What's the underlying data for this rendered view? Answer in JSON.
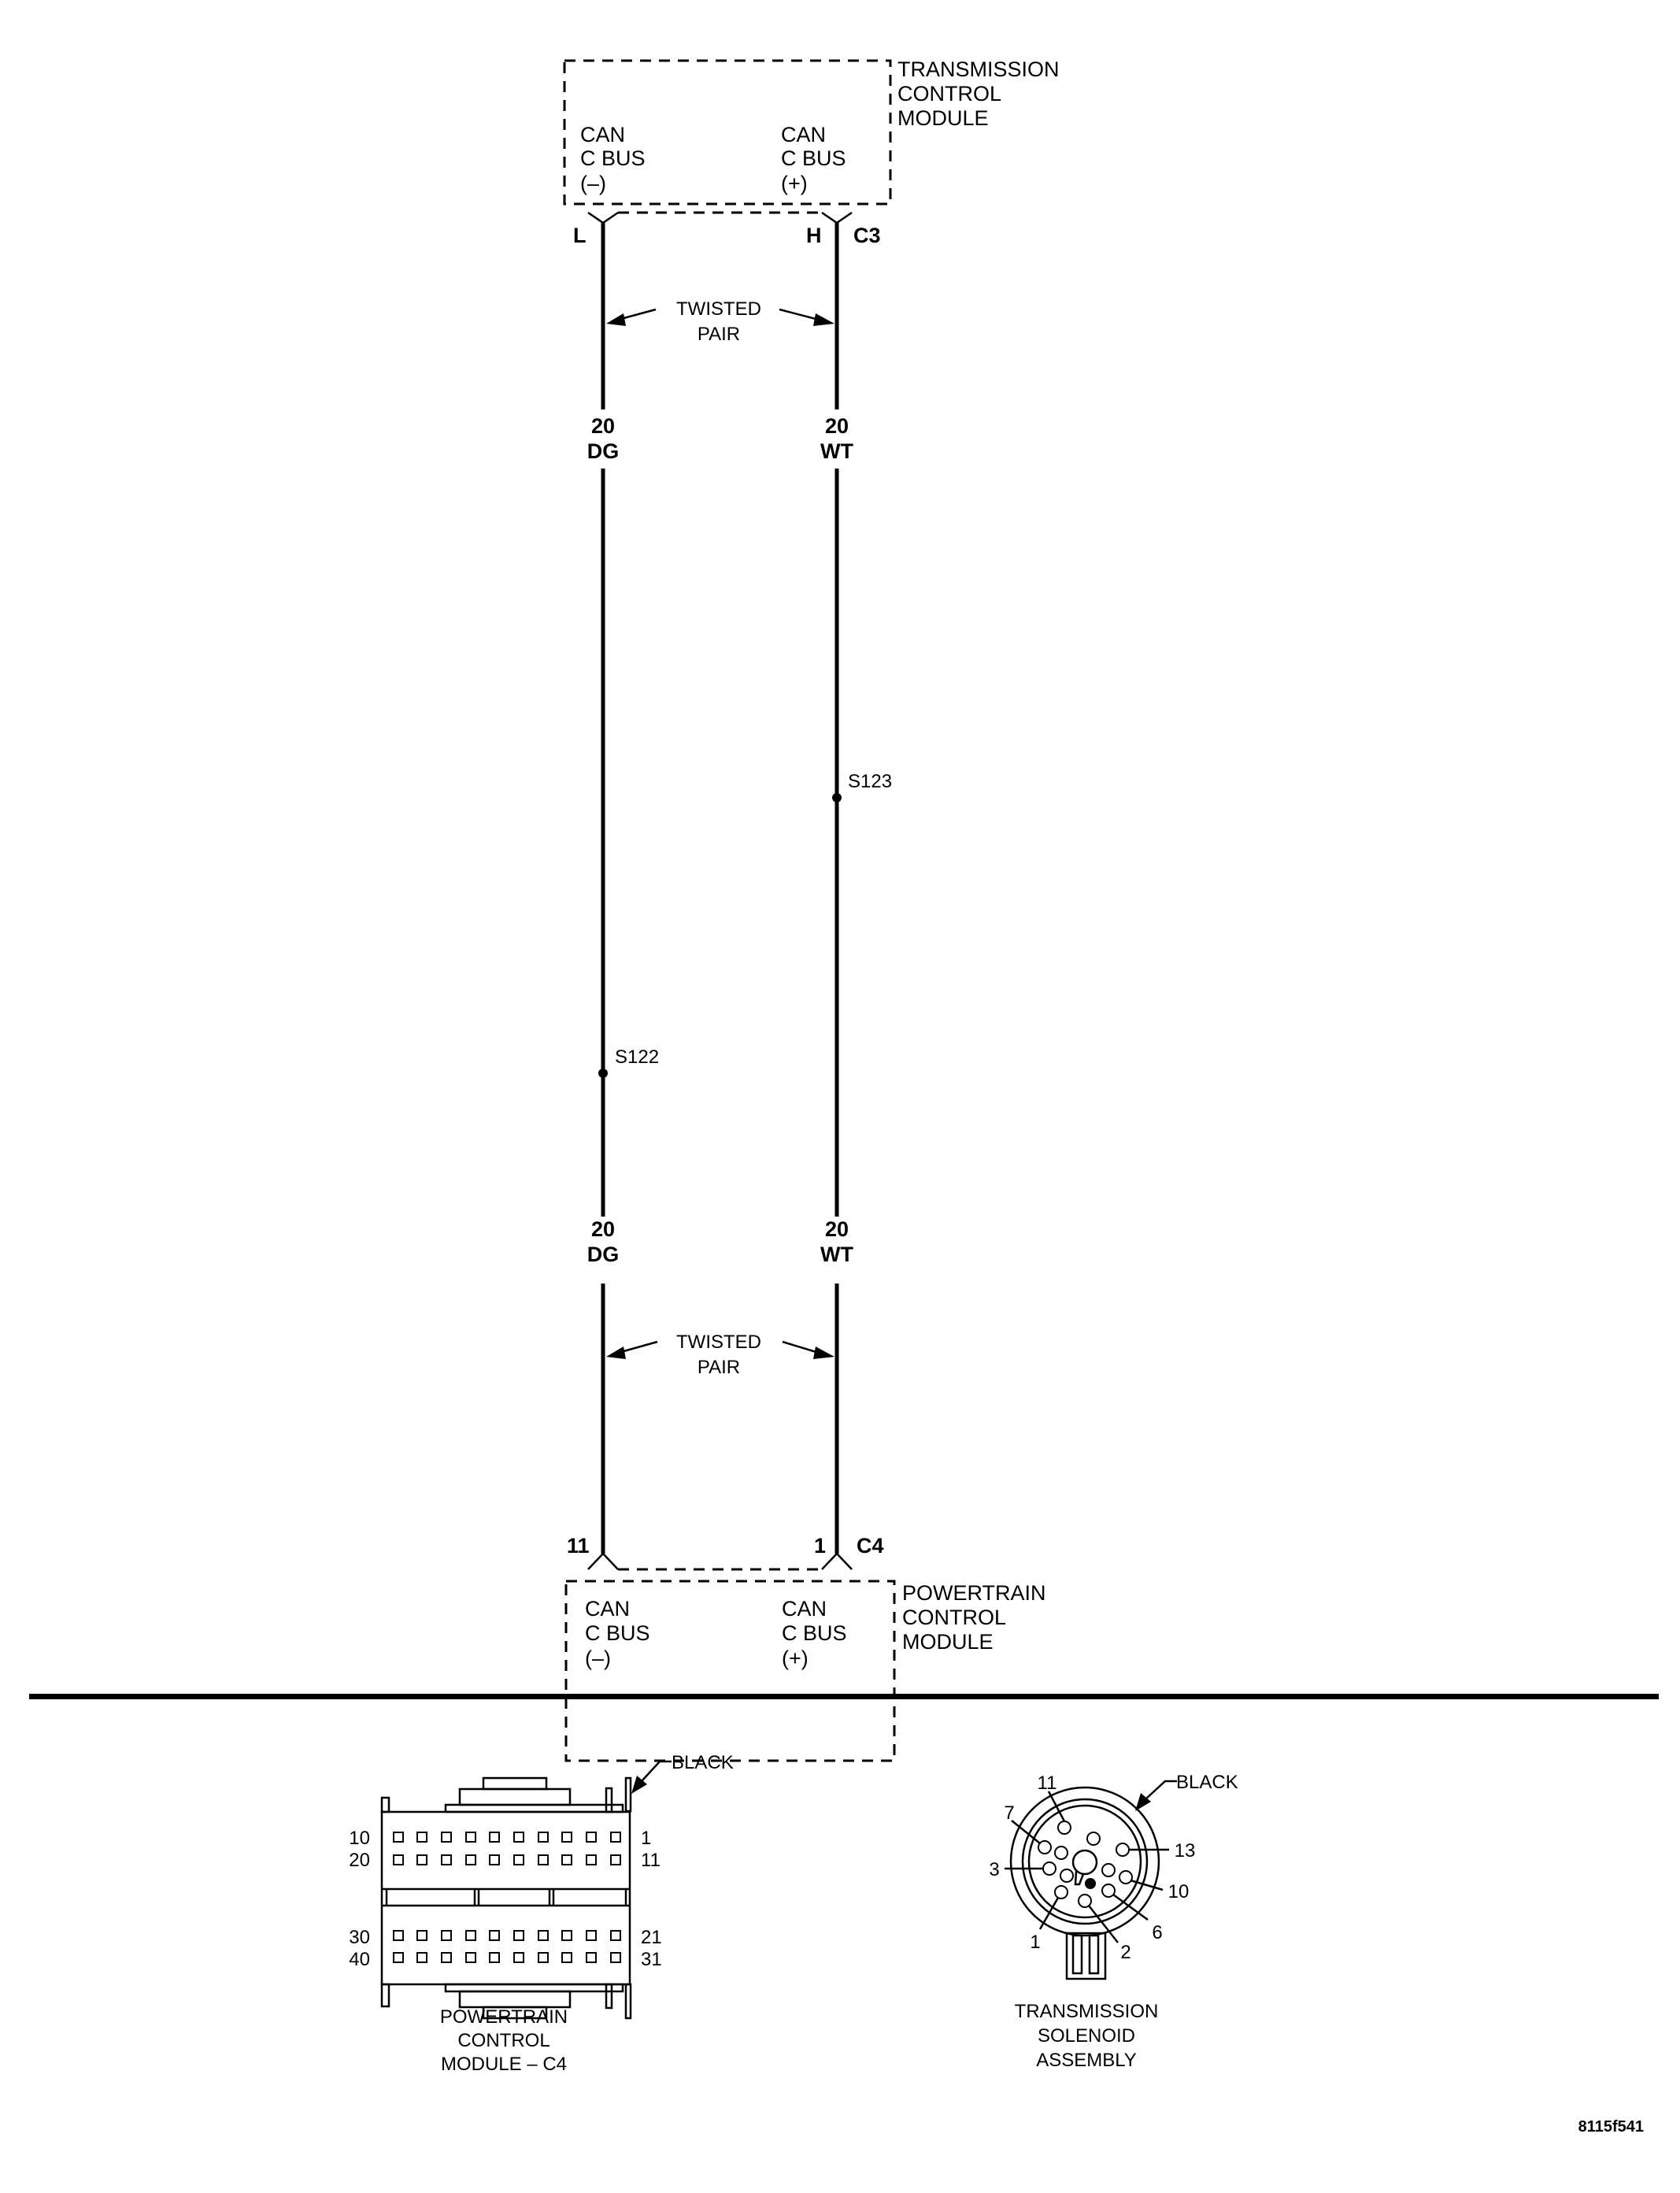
{
  "tcm": {
    "title_lines": [
      "TRANSMISSION",
      "CONTROL",
      "MODULE"
    ],
    "left_pin_lines": [
      "CAN",
      "C BUS",
      "(–)"
    ],
    "right_pin_lines": [
      "CAN",
      "C BUS",
      "(+)"
    ],
    "connector_left_pin": "L",
    "connector_right_pin": "H",
    "connector_id": "C3"
  },
  "wires": {
    "left": {
      "gauge": "20",
      "color": "DG",
      "splice": "S122"
    },
    "right": {
      "gauge": "20",
      "color": "WT",
      "splice": "S123"
    },
    "twisted_pair_lines": [
      "TWISTED",
      "PAIR"
    ]
  },
  "pcm": {
    "title_lines": [
      "POWERTRAIN",
      "CONTROL",
      "MODULE"
    ],
    "left_pin_lines": [
      "CAN",
      "C BUS",
      "(–)"
    ],
    "right_pin_lines": [
      "CAN",
      "C BUS",
      "(+)"
    ],
    "connector_left_pin": "11",
    "connector_right_pin": "1",
    "connector_id": "C4"
  },
  "pcm_connector_view": {
    "color_label": "BLACK",
    "row_labels_left": [
      "10",
      "20",
      "30",
      "40"
    ],
    "row_labels_right": [
      "1",
      "11",
      "21",
      "31"
    ],
    "caption_lines": [
      "POWERTRAIN",
      "CONTROL",
      "MODULE – C4"
    ]
  },
  "solenoid_connector_view": {
    "color_label": "BLACK",
    "pin_labels": [
      "11",
      "7",
      "3",
      "1",
      "2",
      "6",
      "10",
      "13"
    ],
    "caption_lines": [
      "TRANSMISSION",
      "SOLENOID",
      "ASSEMBLY"
    ]
  },
  "figure_id": "8115f541"
}
